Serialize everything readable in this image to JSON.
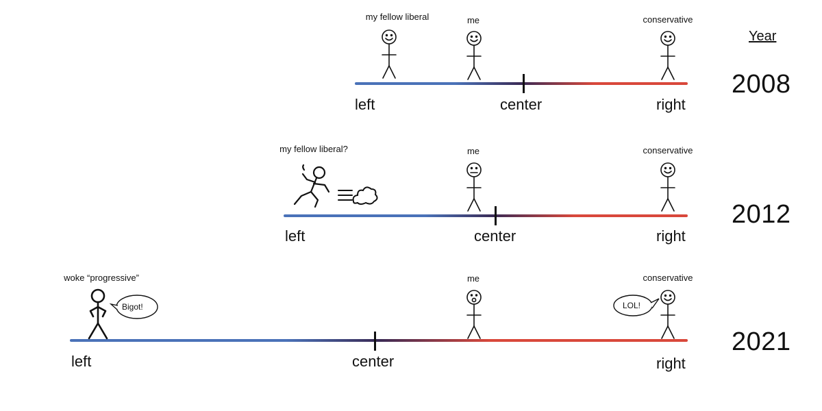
{
  "year_header": "Year",
  "rows": [
    {
      "year": "2008",
      "labels": {
        "left": "left",
        "center": "center",
        "right": "right"
      },
      "figures": {
        "liberal": "my fellow liberal",
        "me": "me",
        "conservative": "conservative"
      }
    },
    {
      "year": "2012",
      "labels": {
        "left": "left",
        "center": "center",
        "right": "right"
      },
      "figures": {
        "liberal": "my fellow liberal?",
        "me": "me",
        "conservative": "conservative"
      }
    },
    {
      "year": "2021",
      "labels": {
        "left": "left",
        "center": "center",
        "right": "right"
      },
      "figures": {
        "progressive": "woke “progressive”",
        "progressive_speech": "Bigot!",
        "me": "me",
        "conservative": "conservative",
        "conservative_speech": "LOL!"
      }
    }
  ],
  "colors": {
    "left": "#4a72b8",
    "center": "#3a2a55",
    "right": "#d9483b"
  }
}
